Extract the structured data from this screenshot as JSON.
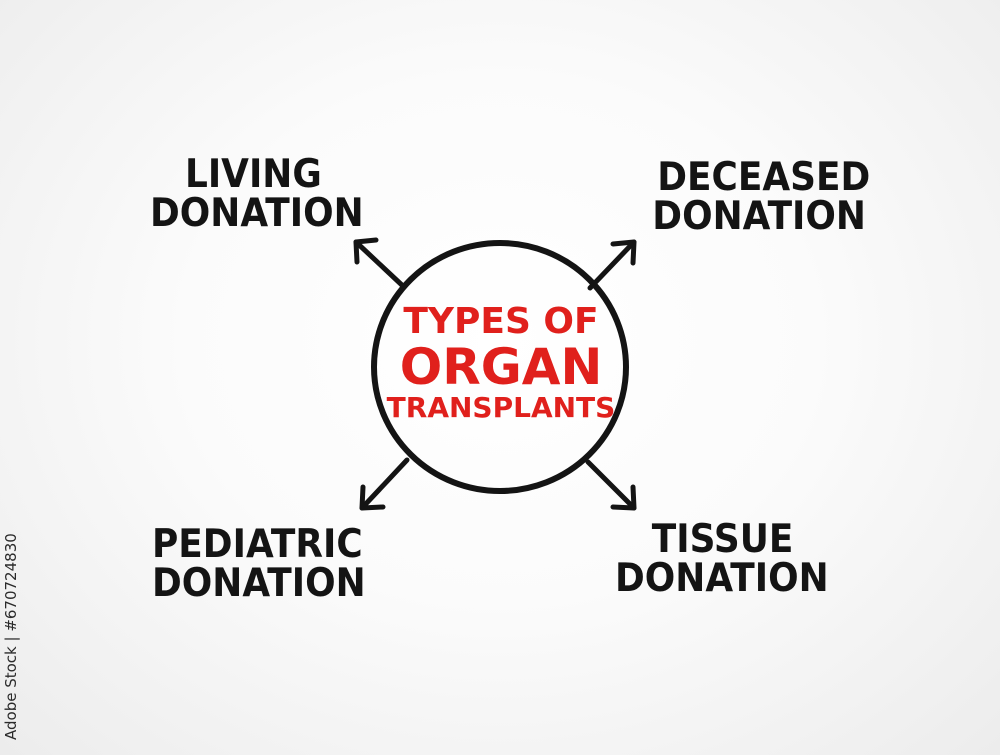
{
  "center": {
    "line1": "TYPES OF",
    "line2": "ORGAN",
    "line3": "TRANSPLANTS"
  },
  "nodes": {
    "living": {
      "line1": "LIVING",
      "line2": "DONATION"
    },
    "deceased": {
      "line1": "DECEASED",
      "line2": "DONATION"
    },
    "pediatric": {
      "line1": "PEDIATRIC",
      "line2": "DONATION"
    },
    "tissue": {
      "line1": "TISSUE",
      "line2": "DONATION"
    }
  },
  "watermark": {
    "stock_id": "Adobe Stock | #670724830"
  },
  "colors": {
    "center_text": "#e0201c",
    "ink": "#141414",
    "background": "#f7f7f7"
  }
}
